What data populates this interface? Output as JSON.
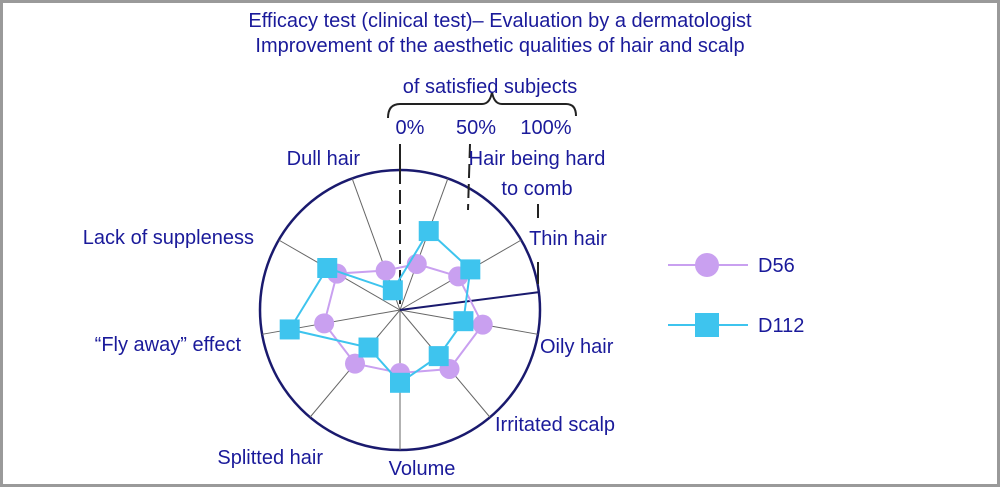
{
  "chart_data": {
    "type": "radar",
    "title": [
      "Efficacy test (clinical test)– Evaluation by a dermatologist",
      "Improvement of the aesthetic qualities of hair and scalp"
    ],
    "scale_caption": "of satisfied subjects",
    "scale_ticks": [
      "0%",
      "50%",
      "100%"
    ],
    "range": [
      0,
      100
    ],
    "categories": [
      "Hair being hard to comb",
      "Thin hair",
      "Oily hair",
      "Irritated scalp",
      "Volume",
      "Splitted hair",
      "“Fly away” effect",
      "Lack of suppleness",
      "Dull hair"
    ],
    "series": [
      {
        "name": "D56",
        "marker": "circle",
        "color": "#c9a0f0",
        "values": [
          35,
          48,
          60,
          55,
          45,
          50,
          55,
          52,
          30
        ]
      },
      {
        "name": "D112",
        "marker": "square",
        "color": "#3ec4ee",
        "values": [
          60,
          58,
          46,
          43,
          52,
          35,
          80,
          60,
          15
        ]
      }
    ],
    "colors": {
      "text": "#1a1a9a",
      "axis": "#1a1a6e",
      "spokes": "#666666"
    }
  }
}
